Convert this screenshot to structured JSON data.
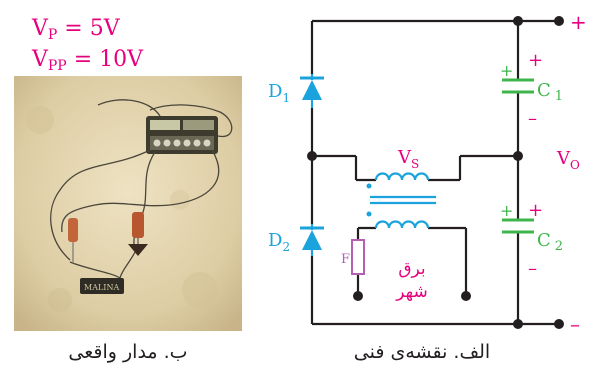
{
  "voltage_labels": {
    "vp_base": "V",
    "vp_sub": "P",
    "vp_value": " = 5V",
    "vpp_base": "V",
    "vpp_sub": "PP",
    "vpp_value": " = 10V"
  },
  "instrument": {
    "label": "MALINA"
  },
  "schematic": {
    "d1_base": "D",
    "d1_sub": "1",
    "d2_base": "D",
    "d2_sub": "2",
    "vs_base": "V",
    "vs_sub": "S",
    "vo_base": "V",
    "vo_sub": "O",
    "c1_base": "C",
    "c1_sub": "1",
    "c2_base": "C",
    "c2_sub": "2",
    "plus_top": "+",
    "minus_bottom": "–",
    "c1_plus": "+",
    "c1_plate_plus": "+",
    "c1_minus": "–",
    "c2_plus": "+",
    "c2_plate_plus": "+",
    "c2_minus": "–",
    "fuse": "F",
    "mains_line1": "برق",
    "mains_line2": "شهر"
  },
  "captions": {
    "right": "الف. نقشه‌ی فنی",
    "left": "ب. مدار واقعی"
  },
  "colors": {
    "magenta": "#e6007e",
    "blue": "#1aa3dc",
    "green": "#3db54a",
    "purple": "#b55fb3",
    "wire": "#231f20"
  }
}
